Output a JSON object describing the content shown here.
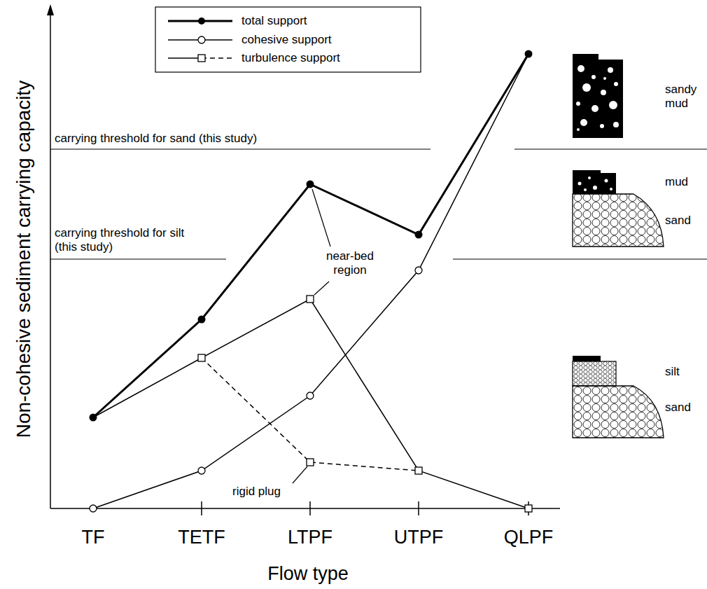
{
  "diagram": {
    "labels": [
      "carrying threshold for sand (this study)",
      "carrying threshold for silt (this study)",
      "near-bed region",
      "rigid plug",
      "sandy mud",
      "mud",
      "sand",
      "silt",
      "sand",
      "TF",
      "TETF",
      "LTPF",
      "UTPF",
      "QLPF",
      "Flow type",
      "Non-cohesive sediment carrying capacity"
    ],
    "legend": [
      {
        "text": "total support"
      },
      {
        "text": "cohesive support"
      },
      {
        "text": "turbulence support"
      }
    ]
  }
}
